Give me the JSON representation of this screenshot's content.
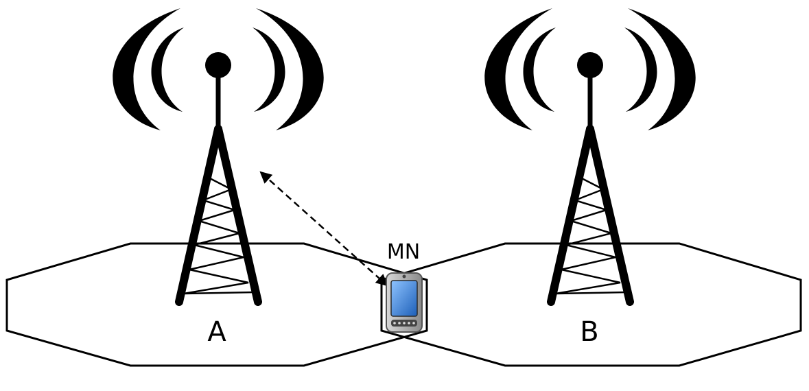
{
  "cells": [
    {
      "label": "A"
    },
    {
      "label": "B"
    }
  ],
  "mobile_node": {
    "label": "MN"
  },
  "colors": {
    "stroke": "#000000",
    "background": "#ffffff",
    "phone_body": "#a8a8a8",
    "phone_screen": "#3b7fd9"
  },
  "icons": [
    "cell-tower-icon",
    "radio-wave-icon",
    "mobile-phone-icon"
  ]
}
